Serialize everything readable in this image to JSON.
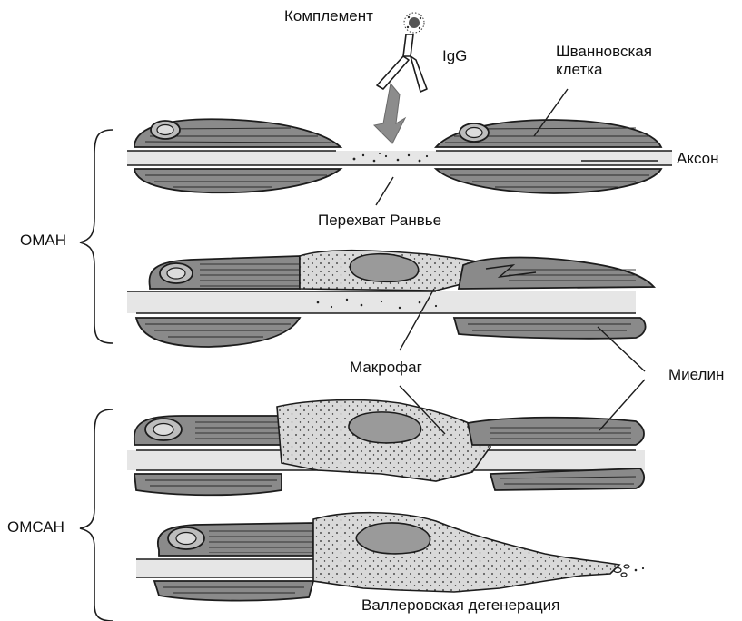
{
  "labels": {
    "complement": "Комплемент",
    "igg": "IgG",
    "schwann_line1": "Шванновская",
    "schwann_line2": "клетка",
    "axon": "Аксон",
    "node_ranvier": "Перехват Ранвье",
    "oman": "ОМАН",
    "macrophage": "Макрофаг",
    "myelin": "Миелин",
    "omsan": "ОМСАН",
    "wallerian": "Валлеровская дегенерация"
  },
  "colors": {
    "stroke": "#1c1c1c",
    "myelin_fill": "#8a8a8a",
    "axon_fill": "#e6e6e6",
    "macrophage_fill": "#d9d9d9",
    "nucleus_fill": "#9a9a9a",
    "arrow_fill": "#8c8c8c"
  }
}
